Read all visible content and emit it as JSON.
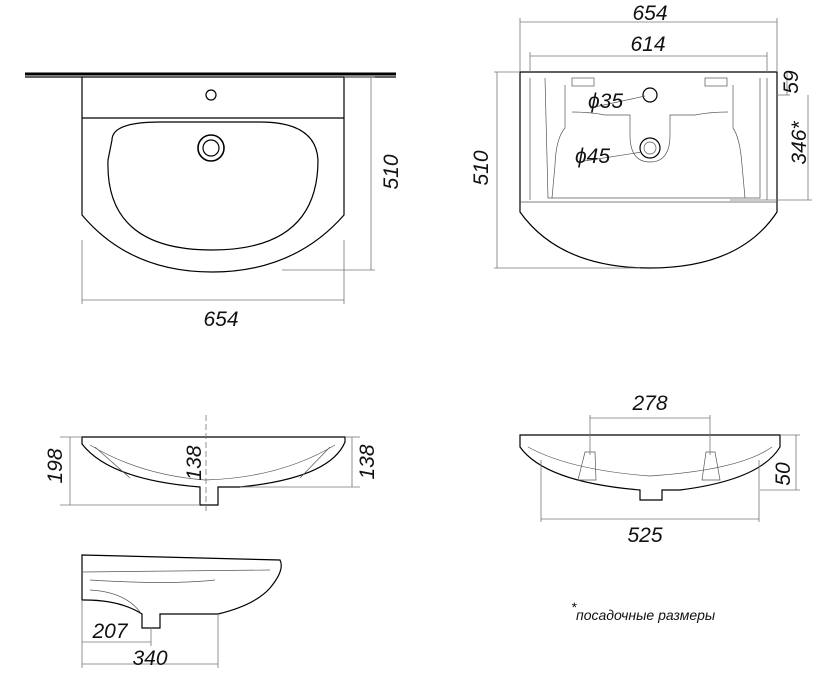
{
  "top_view": {
    "width_dim": "654",
    "depth_dim": "510"
  },
  "front_view": {
    "outer_width_dim": "654",
    "inner_width_dim": "614",
    "depth_dim": "510",
    "offset_dim": "59",
    "mount_depth_dim": "346*",
    "tap_hole_dim": "ϕ35",
    "drain_dim": "ϕ45"
  },
  "section_view": {
    "height_dim": "198",
    "bowl_depth_dim": "138",
    "right_depth_dim": "138"
  },
  "rear_view": {
    "mount_spacing_dim": "278",
    "width_dim": "525",
    "height_dim": "50"
  },
  "side_view": {
    "drain_offset_dim": "207",
    "depth_dim": "340"
  },
  "footnote": {
    "mark": "*",
    "text": "посадочные размеры"
  }
}
